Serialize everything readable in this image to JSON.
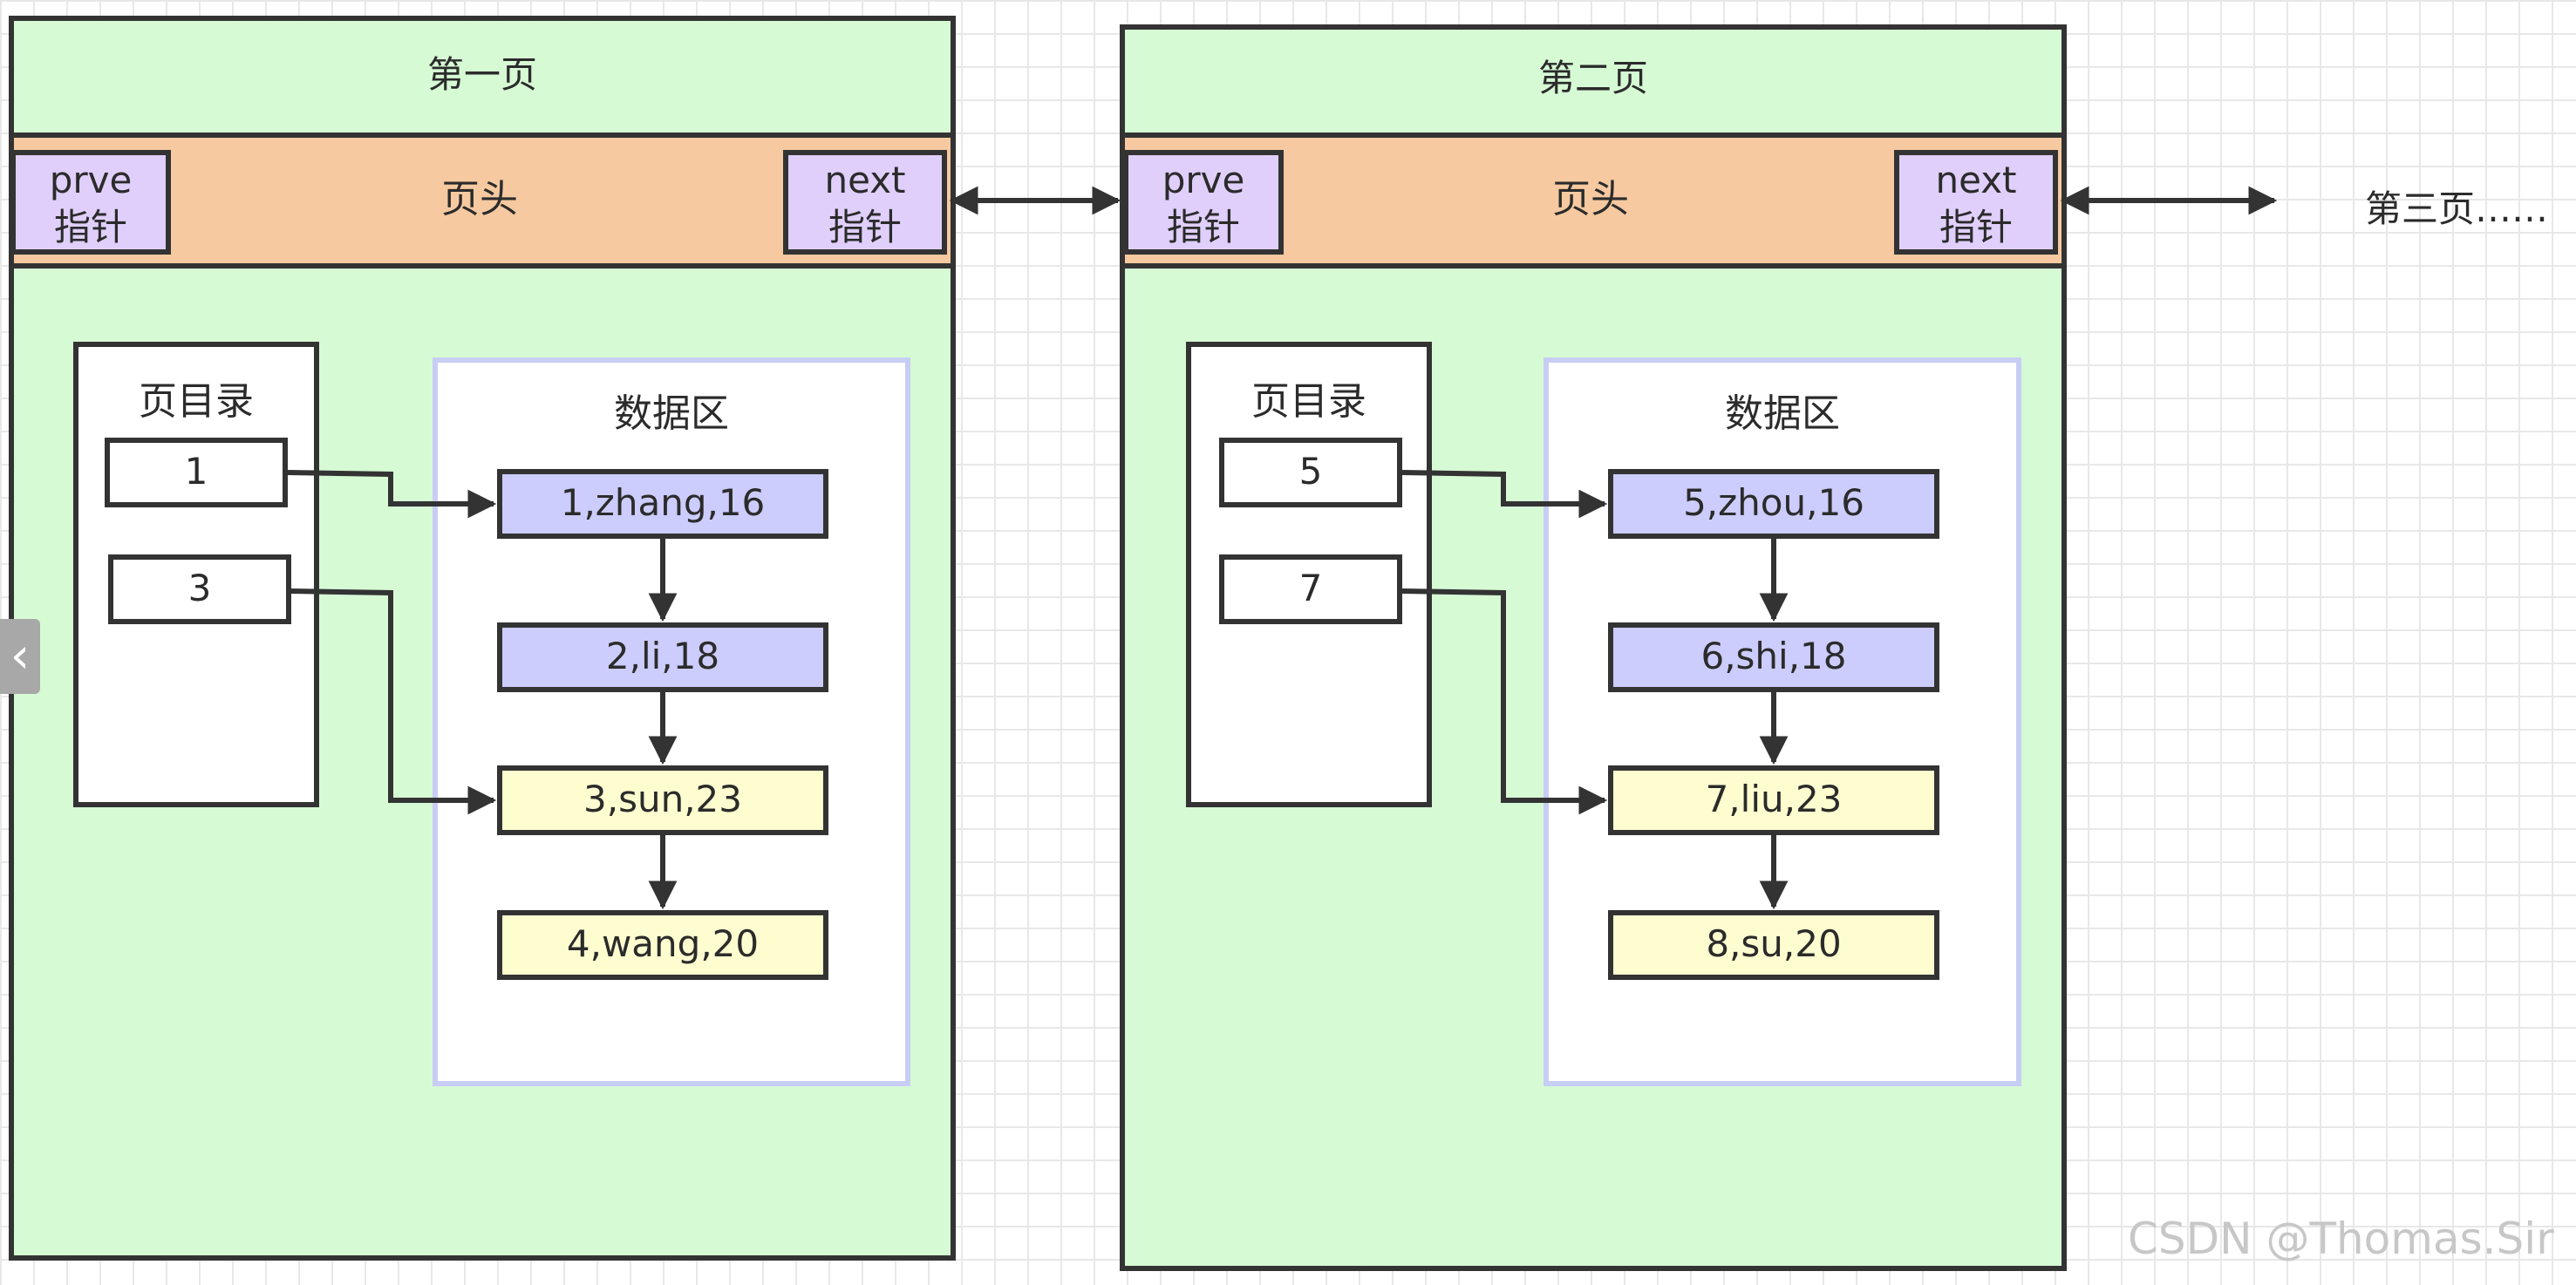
{
  "pages": [
    {
      "title": "第一页",
      "header": {
        "title": "页头",
        "prev_pointer": [
          "prve",
          "指针"
        ],
        "next_pointer": [
          "next",
          "指针"
        ]
      },
      "directory": {
        "title": "页目录",
        "slots": [
          "1",
          "3"
        ]
      },
      "data_area": {
        "title": "数据区",
        "records": [
          "1,zhang,16",
          "2,li,18",
          "3,sun,23",
          "4,wang,20"
        ]
      }
    },
    {
      "title": "第二页",
      "header": {
        "title": "页头",
        "prev_pointer": [
          "prve",
          "指针"
        ],
        "next_pointer": [
          "next",
          "指针"
        ]
      },
      "directory": {
        "title": "页目录",
        "slots": [
          "5",
          "7"
        ]
      },
      "data_area": {
        "title": "数据区",
        "records": [
          "5,zhou,16",
          "6,shi,18",
          "7,liu,23",
          "8,su,20"
        ]
      }
    }
  ],
  "third_page_label": "第三页……",
  "watermark": "CSDN @Thomas.Sir",
  "colors": {
    "page_bg": "#d6fad4",
    "header_bg": "#f6c9a0",
    "pointer_bg": "#e0cffb",
    "record_blue": "#ccccfd",
    "record_yellow": "#fefdd0",
    "data_zone_border": "#c8cdf6",
    "line": "#333333"
  },
  "icons": {
    "side_handle": "chevron-left-icon"
  }
}
